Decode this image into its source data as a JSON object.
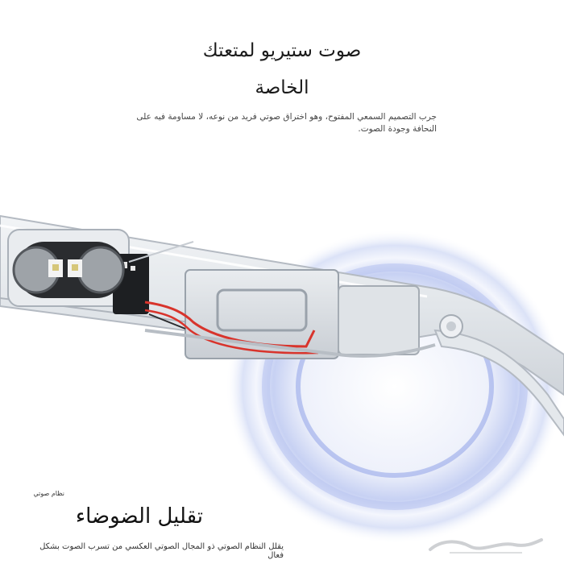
{
  "header": {
    "line1": "صوت ستيريو لمتعتك",
    "line2": "الخاصة",
    "description": "جرب التصميم السمعي المفتوح، وهو اختراق صوتي فريد من نوعه، لا مساومة فيه على النحافة وجودة الصوت."
  },
  "footer": {
    "small_label": "نظام صوتي",
    "title": "تقليل الضوضاء",
    "body": "يقلل النظام الصوتي ذو المجال الصوتي العكسي من تسرب الصوت بشكل فعال"
  },
  "colors": {
    "accent_ring": "#8fa3e8",
    "wire_red": "#d8342c",
    "frame": "#d9dde2"
  },
  "icons": {
    "watermark": "haraj-logo-watermark",
    "product": "smart-glasses-temple-cutaway"
  }
}
